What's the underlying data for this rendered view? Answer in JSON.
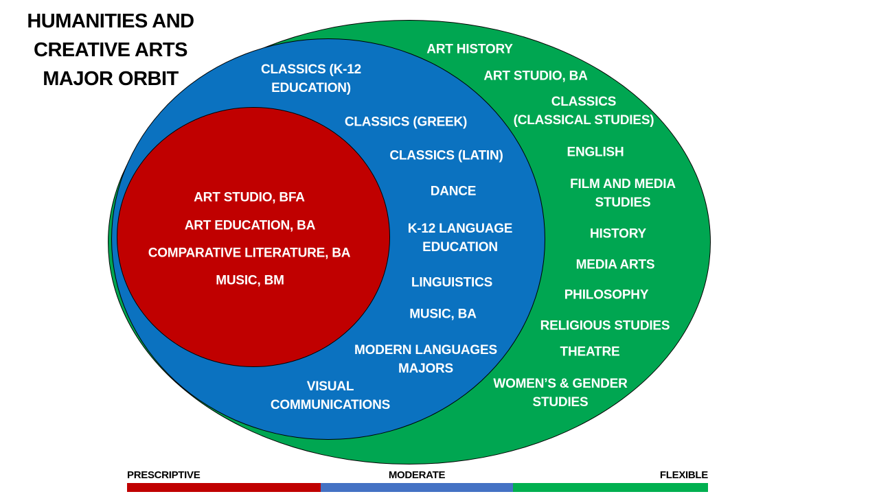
{
  "title": "HUMANITIES AND\nCREATIVE ARTS\nMAJOR ORBIT",
  "colors": {
    "prescriptive_red": "#C00000",
    "moderate_blue": "#0B72C0",
    "flexible_green": "#00A651",
    "legend_bar_red": "#C00000",
    "legend_bar_blue": "#4472C4",
    "legend_bar_green": "#00B050",
    "outline": "#000000",
    "zone_label_text": "#FFFFFF",
    "title_text": "#000000"
  },
  "zones": {
    "flexible": {
      "majors": [
        "ART HISTORY",
        "ART STUDIO, BA",
        "CLASSICS\n(CLASSICAL STUDIES)",
        "ENGLISH",
        "FILM AND MEDIA\nSTUDIES",
        "HISTORY",
        "MEDIA ARTS",
        "PHILOSOPHY",
        "RELIGIOUS STUDIES",
        "THEATRE",
        "WOMEN’S & GENDER\nSTUDIES"
      ]
    },
    "moderate": {
      "majors": [
        "CLASSICS (K-12\nEDUCATION)",
        "CLASSICS (GREEK)",
        "CLASSICS (LATIN)",
        "DANCE",
        "K-12 LANGUAGE\nEDUCATION",
        "LINGUISTICS",
        "MUSIC, BA",
        "MODERN LANGUAGES\nMAJORS",
        "VISUAL\nCOMMUNICATIONS"
      ]
    },
    "prescriptive": {
      "majors": [
        "ART STUDIO, BFA",
        "ART EDUCATION, BA",
        "COMPARATIVE LITERATURE, BA",
        "MUSIC, BM"
      ]
    }
  },
  "legend": {
    "prescriptive": "PRESCRIPTIVE",
    "moderate": "MODERATE",
    "flexible": "FLEXIBLE"
  }
}
